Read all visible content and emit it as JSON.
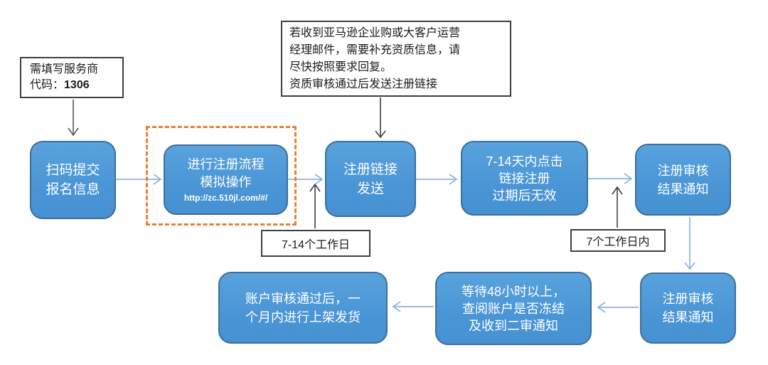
{
  "colors": {
    "step_fill": "#4a95d5",
    "step_border": "#3d6e9c",
    "step_text": "#ffffff",
    "dashed_highlight": "#ed7d31",
    "connector_blue": "#8ab5e4",
    "annotation_arrow_dark": "#3f3f3f",
    "note_border": "#3f3f3f",
    "background": "#ffffff"
  },
  "annotations": {
    "provider_code_note": {
      "line1": "需填写服务商",
      "line2_prefix": "代码：",
      "code": "1306"
    },
    "qualification_note": {
      "lines": [
        "若收到亚马逊企业购或大客户运营",
        "经理邮件，需要补充资质信息，请",
        "尽快按照要求回复。",
        "资质审核通过后发送注册链接"
      ]
    },
    "label_7_14_workdays": "7-14个工作日",
    "label_7_workdays": "7个工作日内"
  },
  "flow": {
    "steps": [
      {
        "id": "scan-submit",
        "lines": [
          "扫码提交",
          "报名信息"
        ]
      },
      {
        "id": "simulate-process",
        "lines": [
          "进行注册流程",
          "模拟操作"
        ],
        "url": "http://zc.510jl.com/#/"
      },
      {
        "id": "link-sent",
        "lines": [
          "注册链接",
          "发送"
        ]
      },
      {
        "id": "click-link",
        "lines": [
          "7-14天内点击",
          "链接注册",
          "过期后无效"
        ]
      },
      {
        "id": "review-notice-1",
        "lines": [
          "注册审核",
          "结果通知"
        ]
      },
      {
        "id": "review-notice-2",
        "lines": [
          "注册审核",
          "结果通知"
        ]
      },
      {
        "id": "wait-48h",
        "lines": [
          "等待48小时以上，",
          "查阅账户是否冻结",
          "及收到二审通知"
        ]
      },
      {
        "id": "launch-ship",
        "lines": [
          "账户审核通过后，一",
          "个月内进行上架发货"
        ]
      }
    ]
  }
}
